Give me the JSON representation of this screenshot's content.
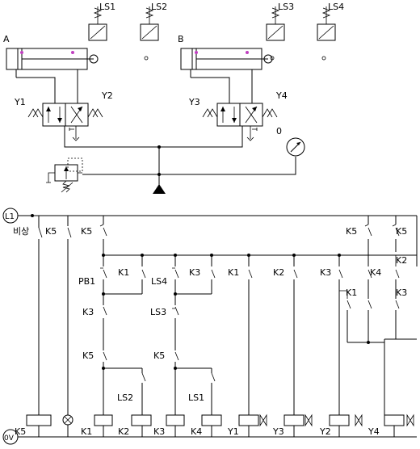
{
  "pneumatic": {
    "cylinders": [
      "A",
      "B"
    ],
    "limit_switches": [
      "LS1",
      "LS2",
      "LS3",
      "LS4"
    ],
    "valves": [
      {
        "left": "Y1",
        "right": "Y2"
      },
      {
        "left": "Y3",
        "right": "Y4"
      }
    ],
    "valve_marks": [
      "0"
    ]
  },
  "ladder": {
    "rails": {
      "top": "L1",
      "bottom": "0V"
    },
    "top_labels": [
      "비상",
      "K5",
      "K5",
      "K5",
      "K5"
    ],
    "contacts": [
      "PB1",
      "K1",
      "LS4",
      "K3",
      "K1",
      "K2",
      "K3",
      "K4",
      "K2",
      "K1",
      "K3",
      "K3",
      "LS3",
      "K5",
      "K5",
      "LS2",
      "LS1"
    ],
    "coils": [
      "K5",
      "K1",
      "K2",
      "K3",
      "K4",
      "Y1",
      "Y3",
      "Y2",
      "Y4"
    ]
  }
}
